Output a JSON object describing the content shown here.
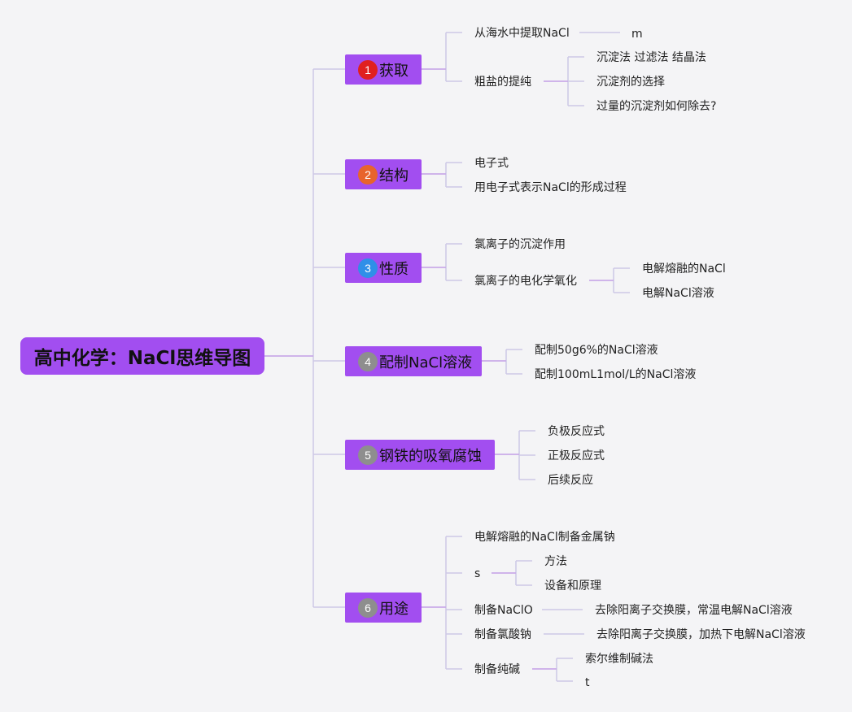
{
  "title": "高中化学：NaCl思维导图",
  "colors": {
    "node": "#a24ef0",
    "line": "#c9a6e8",
    "line_light": "#cdc8e6",
    "background": "#f4f4f6"
  },
  "branches": [
    {
      "badge": "1",
      "badge_color": "#e02020",
      "label": "获取",
      "children": [
        {
          "label": "从海水中提取NaCl",
          "children": [
            {
              "label": "m"
            }
          ]
        },
        {
          "label": "粗盐的提纯",
          "children": [
            {
              "label": "沉淀法 过滤法 结晶法"
            },
            {
              "label": "沉淀剂的选择"
            },
            {
              "label": "过量的沉淀剂如何除去?"
            }
          ]
        }
      ]
    },
    {
      "badge": "2",
      "badge_color": "#e8642c",
      "label": "结构",
      "children": [
        {
          "label": "电子式"
        },
        {
          "label": "用电子式表示NaCl的形成过程"
        }
      ]
    },
    {
      "badge": "3",
      "badge_color": "#2f8fe8",
      "label": "性质",
      "children": [
        {
          "label": "氯离子的沉淀作用"
        },
        {
          "label": "氯离子的电化学氧化",
          "children": [
            {
              "label": "电解熔融的NaCl"
            },
            {
              "label": "电解NaCl溶液"
            }
          ]
        }
      ]
    },
    {
      "badge": "4",
      "badge_color": "#8e8e8e",
      "label": "配制NaCl溶液",
      "children": [
        {
          "label": "配制50g6%的NaCl溶液"
        },
        {
          "label": "配制100mL1mol/L的NaCl溶液"
        }
      ]
    },
    {
      "badge": "5",
      "badge_color": "#8e8e8e",
      "label": "钢铁的吸氧腐蚀",
      "children": [
        {
          "label": "负极反应式"
        },
        {
          "label": "正极反应式"
        },
        {
          "label": "后续反应"
        }
      ]
    },
    {
      "badge": "6",
      "badge_color": "#8e8e8e",
      "label": "用途",
      "children": [
        {
          "label": "电解熔融的NaCl制备金属钠"
        },
        {
          "label": "s",
          "children": [
            {
              "label": "方法"
            },
            {
              "label": "设备和原理"
            }
          ]
        },
        {
          "label": "制备NaClO",
          "children": [
            {
              "label": "去除阳离子交换膜，常温电解NaCl溶液"
            }
          ]
        },
        {
          "label": "制备氯酸钠",
          "children": [
            {
              "label": "去除阳离子交换膜，加热下电解NaCl溶液"
            }
          ]
        },
        {
          "label": "制备纯碱",
          "children": [
            {
              "label": "索尔维制碱法"
            },
            {
              "label": "t"
            }
          ]
        }
      ]
    }
  ]
}
